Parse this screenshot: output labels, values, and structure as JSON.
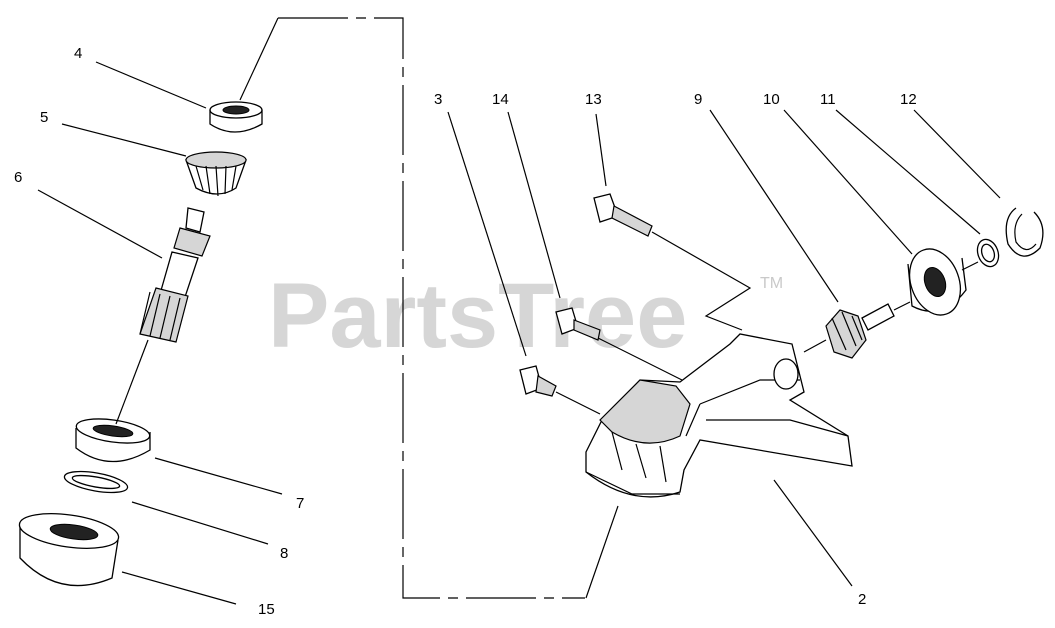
{
  "watermark": {
    "text": "PartsTree",
    "trademark": "TM"
  },
  "callouts": {
    "c2": "2",
    "c3": "3",
    "c4": "4",
    "c5": "5",
    "c6": "6",
    "c7": "7",
    "c8": "8",
    "c9": "9",
    "c10": "10",
    "c11": "11",
    "c12": "12",
    "c13": "13",
    "c14": "14",
    "c15": "15"
  }
}
